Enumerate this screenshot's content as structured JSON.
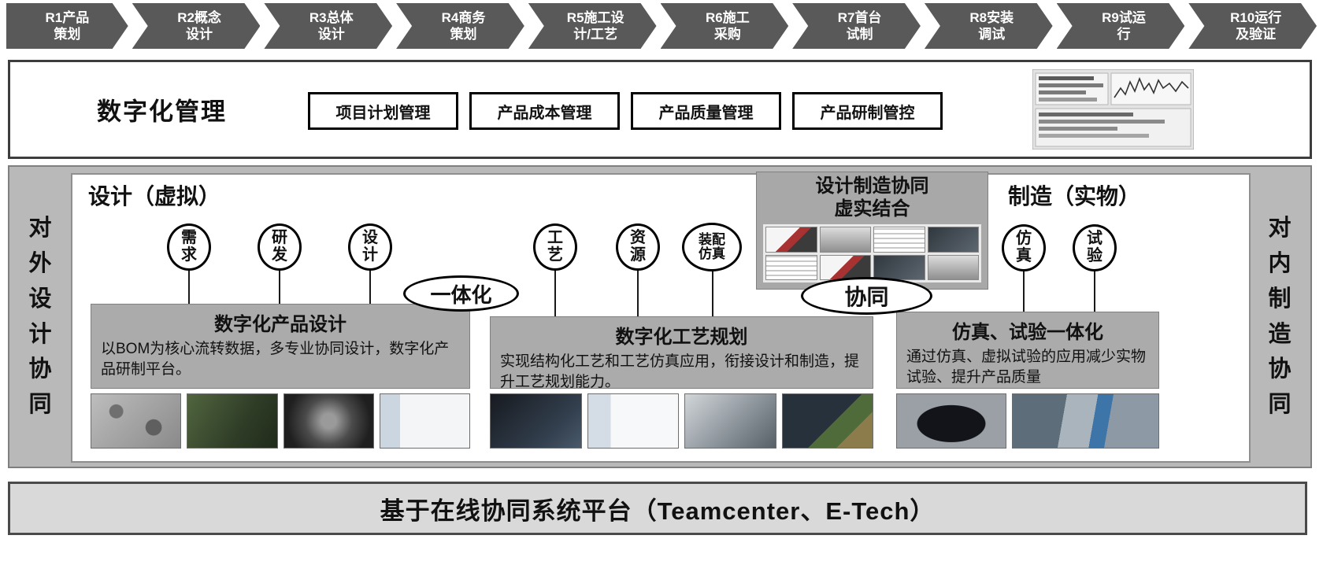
{
  "stages": [
    "R1产品\n策划",
    "R2概念\n设计",
    "R3总体\n设计",
    "R4商务\n策划",
    "R5施工设\n计/工艺",
    "R6施工\n采购",
    "R7首台\n试制",
    "R8安装\n调试",
    "R9试运\n行",
    "R10运行\n及验证"
  ],
  "management": {
    "title": "数字化管理",
    "buttons": [
      "项目计划管理",
      "产品成本管理",
      "产品质量管理",
      "产品研制管控"
    ]
  },
  "main": {
    "left_strip": "对\n外\n设\n计\n协\n同",
    "right_strip": "对\n内\n制\n造\n协\n同",
    "design_heading": "设计（虚拟）",
    "manufacture_heading": "制造（实物）",
    "bubbles": [
      "需\n求",
      "研\n发",
      "设\n计",
      "工\n艺",
      "资\n源",
      "装配\n仿真",
      "仿\n真",
      "试\n验"
    ],
    "integration_label": "一体化",
    "collaboration_label": "协同",
    "collab_box_title": "设计制造协同\n虚实结合",
    "boxes": [
      {
        "title": "数字化产品设计",
        "body": "以BOM为核心流转数据，多专业协同设计，数字化产品研制平台。"
      },
      {
        "title": "数字化工艺规划",
        "body": "实现结构化工艺和工艺仿真应用，衔接设计和制造，提升工艺规划能力。"
      },
      {
        "title": "仿真、试验一体化",
        "body": "通过仿真、虚拟试验的应用减少实物试验、提升产品质量"
      }
    ]
  },
  "footer": {
    "text": "基于在线协同系统平台（Teamcenter、E-Tech）"
  }
}
